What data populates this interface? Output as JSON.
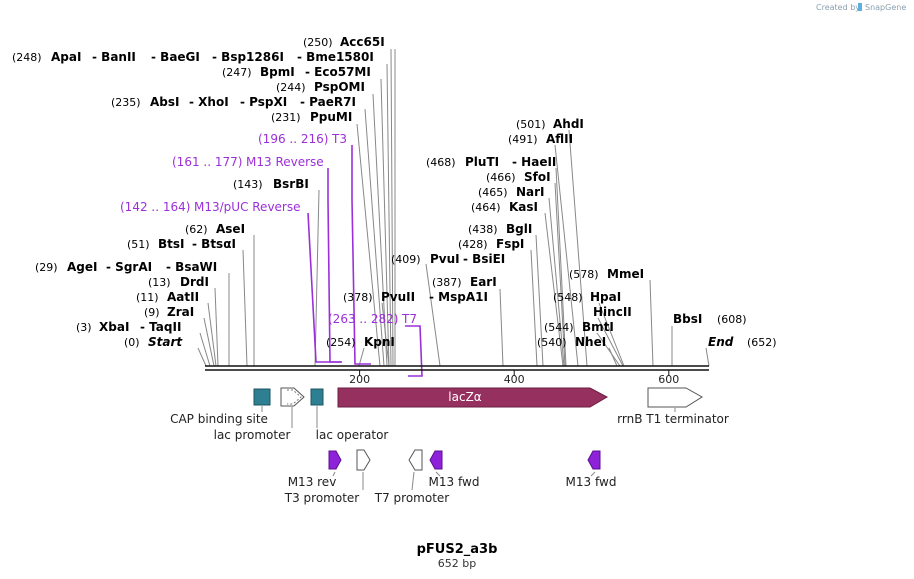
{
  "credit": {
    "text": "Created by",
    "brand": "SnapGene"
  },
  "map": {
    "name": "pFUS2_a3b",
    "length_label": "652 bp"
  },
  "scale": {
    "ticks": [
      {
        "value": 200,
        "label": "200"
      },
      {
        "value": 400,
        "label": "400"
      },
      {
        "value": 600,
        "label": "600"
      }
    ]
  },
  "sites_left": [
    {
      "pos": "(248)",
      "names": [
        "ApaI",
        "BanII",
        "BaeGI",
        "Bsp1286I",
        "Bme1580I"
      ]
    },
    {
      "pos": "(250)",
      "names": [
        "Acc65I"
      ]
    },
    {
      "pos": "(247)",
      "names": [
        "BpmI",
        "Eco57MI"
      ]
    },
    {
      "pos": "(244)",
      "names": [
        "PspOMI"
      ]
    },
    {
      "pos": "(235)",
      "names": [
        "AbsI",
        "XhoI",
        "PspXI",
        "PaeR7I"
      ]
    },
    {
      "pos": "(231)",
      "names": [
        "PpuMI"
      ]
    },
    {
      "pos": "(143)",
      "names": [
        "BsrBI"
      ]
    },
    {
      "pos": "(62)",
      "names": [
        "AseI"
      ]
    },
    {
      "pos": "(51)",
      "names": [
        "BtsI",
        "BtsαI"
      ]
    },
    {
      "pos": "(29)",
      "names": [
        "AgeI",
        "SgrAI",
        "BsaWI"
      ]
    },
    {
      "pos": "(13)",
      "names": [
        "DrdI"
      ]
    },
    {
      "pos": "(11)",
      "names": [
        "AatII"
      ]
    },
    {
      "pos": "(9)",
      "names": [
        "ZraI"
      ]
    },
    {
      "pos": "(3)",
      "names": [
        "XbaI",
        "TaqII"
      ]
    },
    {
      "pos": "(0)",
      "names": [
        "Start"
      ]
    },
    {
      "pos": "(378)",
      "names": [
        "PvuII",
        "MspA1I"
      ]
    },
    {
      "pos": "(254)",
      "names": [
        "KpnI"
      ]
    },
    {
      "pos": "(409)",
      "names": [
        "PvuI",
        "BsiEI"
      ]
    },
    {
      "pos": "(387)",
      "names": [
        "EarI"
      ]
    }
  ],
  "sites_right": [
    {
      "pos": "(501)",
      "names": [
        "AhdI"
      ]
    },
    {
      "pos": "(491)",
      "names": [
        "AflII"
      ]
    },
    {
      "pos": "(468)",
      "names": [
        "PluTI",
        "HaeII"
      ]
    },
    {
      "pos": "(466)",
      "names": [
        "SfoI"
      ]
    },
    {
      "pos": "(465)",
      "names": [
        "NarI"
      ]
    },
    {
      "pos": "(464)",
      "names": [
        "KasI"
      ]
    },
    {
      "pos": "(438)",
      "names": [
        "BglI"
      ]
    },
    {
      "pos": "(428)",
      "names": [
        "FspI"
      ]
    },
    {
      "pos": "(578)",
      "names": [
        "MmeI"
      ]
    },
    {
      "pos": "(548)",
      "names": [
        "HpaI",
        "HincII"
      ]
    },
    {
      "pos": "(544)",
      "names": [
        "BmtI"
      ]
    },
    {
      "pos": "(540)",
      "names": [
        "NheI"
      ]
    },
    {
      "pos": "(608)",
      "names": [
        "BbsI"
      ]
    },
    {
      "pos": "(652)",
      "names": [
        "End"
      ]
    }
  ],
  "primers": [
    {
      "range": "(196 .. 216)",
      "name": "T3"
    },
    {
      "range": "(161 .. 177)",
      "name": "M13 Reverse"
    },
    {
      "range": "(142 .. 164)",
      "name": "M13/pUC Reverse"
    },
    {
      "range": "(263 .. 282)",
      "name": "T7"
    }
  ],
  "features": [
    {
      "name": "CAP binding site"
    },
    {
      "name": "lac promoter"
    },
    {
      "name": "lac operator"
    },
    {
      "name": "lacZα"
    },
    {
      "name": "rrnB T1 terminator"
    },
    {
      "name": "M13 rev"
    },
    {
      "name": "T3 promoter"
    },
    {
      "name": "T7 promoter"
    },
    {
      "name": "M13 fwd"
    },
    {
      "name": "M13 fwd"
    }
  ],
  "colors": {
    "backbone": "#111111",
    "cap_site": "#2e7f91",
    "lac_operator": "#2e7f91",
    "lacz": "#96305f",
    "primer": "#9b30d9",
    "primer_feature": "#8e22d8"
  }
}
